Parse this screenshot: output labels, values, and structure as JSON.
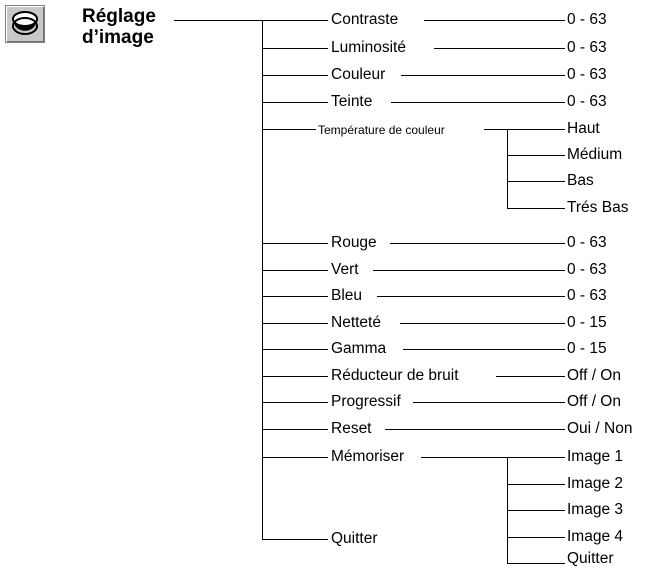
{
  "menu": {
    "title_line1": "Réglage",
    "title_line2": "d’image",
    "icon": "image-adjust-icon"
  },
  "items": {
    "contraste": {
      "label": "Contraste",
      "value": "0 - 63"
    },
    "luminosite": {
      "label": "Luminosité",
      "value": "0 - 63"
    },
    "couleur": {
      "label": "Couleur",
      "value": "0 - 63"
    },
    "teinte": {
      "label": "Teinte",
      "value": "0 - 63"
    },
    "temperature": {
      "label": "Température de couleur",
      "options": [
        "Haut",
        "Médium",
        "Bas",
        "Trés Bas"
      ]
    },
    "rouge": {
      "label": "Rouge",
      "value": "0 - 63"
    },
    "vert": {
      "label": "Vert",
      "value": "0 - 63"
    },
    "bleu": {
      "label": "Bleu",
      "value": "0 - 63"
    },
    "nettete": {
      "label": "Netteté",
      "value": "0 - 15"
    },
    "gamma": {
      "label": "Gamma",
      "value": "0 - 15"
    },
    "reducteur": {
      "label": "Réducteur de bruit",
      "value": "Off / On"
    },
    "progressif": {
      "label": "Progressif",
      "value": "Off / On"
    },
    "reset": {
      "label": "Reset",
      "value": "Oui / Non"
    },
    "memoriser": {
      "label": "Mémoriser",
      "options": [
        "Image 1",
        "Image 2",
        "Image 3",
        "Image 4",
        "Quitter"
      ]
    },
    "quitter": {
      "label": "Quitter"
    }
  }
}
